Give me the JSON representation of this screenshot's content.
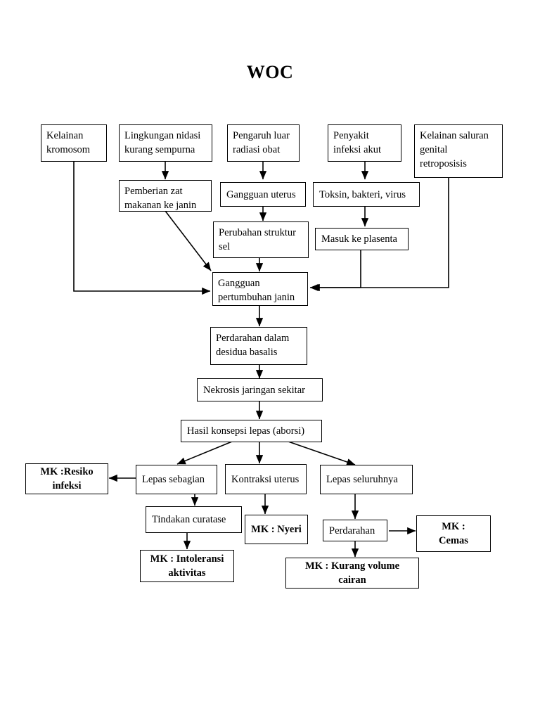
{
  "title": "WOC",
  "nodes": {
    "kelainan_kromosom": "Kelainan\nkromosom",
    "lingkungan_nidasi": "Lingkungan nidasi\nkurang sempurna",
    "pengaruh_luar": "Pengaruh luar\nradiasi obat",
    "penyakit_infeksi": "Penyakit\ninfeksi akut",
    "kelainan_saluran": "Kelainan saluran\ngenital\nretroposisis",
    "pemberian_zat": "Pemberian zat\nmakanan ke janin",
    "gangguan_uterus": "Gangguan uterus",
    "toksin": "Toksin, bakteri, virus",
    "perubahan_struktur": "Perubahan struktur\nsel",
    "masuk_plasenta": "Masuk ke plasenta",
    "gangguan_pertumbuhan": "Gangguan\npertumbuhan janin",
    "perdarahan_desidua": "Perdarahan dalam\ndesidua basalis",
    "nekrosis": "Nekrosis jaringan sekitar",
    "hasil_konsepsi": "Hasil konsepsi lepas (aborsi)",
    "mk_resiko_infeksi": "MK :Resiko\ninfeksi",
    "lepas_sebagian": "Lepas sebagian",
    "kontraksi_uterus": "Kontraksi uterus",
    "lepas_seluruhnya": "Lepas seluruhnya",
    "tindakan_curatase": "Tindakan curatase",
    "mk_nyeri": "MK : Nyeri",
    "perdarahan": "Perdarahan",
    "mk_cemas": "MK :\nCemas",
    "mk_intoleransi": "MK : Intoleransi\naktivitas",
    "mk_kurang_volume": "MK : Kurang volume\ncairan"
  },
  "colors": {
    "stroke": "#000000",
    "background": "#ffffff",
    "text": "#000000"
  }
}
